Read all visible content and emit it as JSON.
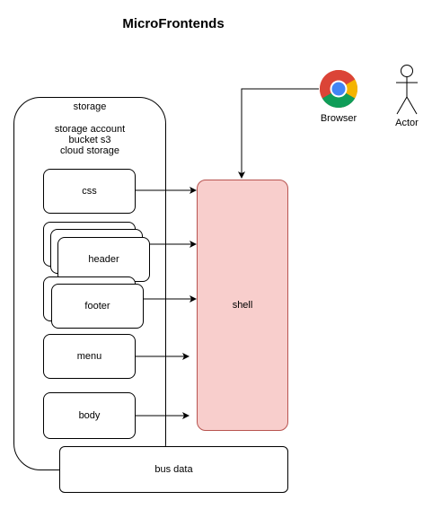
{
  "title": "MicroFrontends",
  "storage": {
    "label": "storage",
    "description_lines": [
      "storage account",
      "bucket s3",
      "cloud storage"
    ]
  },
  "components": {
    "css": "css",
    "header": "header",
    "footer": "footer",
    "menu": "menu",
    "body": "body"
  },
  "shell": "shell",
  "bus": "bus data",
  "browser": {
    "label": "Browser",
    "icon": "chrome-icon"
  },
  "actor": {
    "label": "Actor",
    "icon": "stick-figure-icon"
  },
  "colors": {
    "shell_fill": "#f8cecc",
    "shell_stroke": "#b85450"
  }
}
